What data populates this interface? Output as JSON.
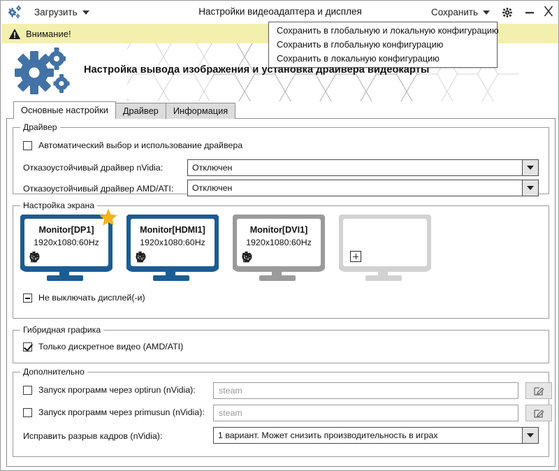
{
  "window": {
    "title": "Настройки видеоадаптера и дисплея",
    "load_button": "Загрузить",
    "save_button": "Сохранить",
    "app_icon": "gears-icon",
    "settings_icon": "gear-icon",
    "minimize_icon": "minimize-icon",
    "close_icon": "close-icon",
    "accent_color": "#1b5c93",
    "warning_bg": "#f3f0ae"
  },
  "save_menu": {
    "items": [
      "Сохранить в глобальную и локальную конфигурацию",
      "Сохранить в глобальную конфигурацию",
      "Сохранить в локальную конфигурацию"
    ]
  },
  "warning": {
    "icon": "warning-triangle-icon",
    "text": "Внимание!"
  },
  "hero": {
    "icon": "gears-logo",
    "title": "Настройка вывода изображения и установка драйвера видеокарты"
  },
  "tabs": [
    {
      "label": "Основные настройки",
      "active": true
    },
    {
      "label": "Драйвер",
      "active": false
    },
    {
      "label": "Информация",
      "active": false
    }
  ],
  "driver_group": {
    "title": "Драйвер",
    "auto_checkbox": {
      "label": "Автоматический выбор и использование драйвера",
      "checked": false
    },
    "nvidia": {
      "label": "Отказоустойчивый драйвер nVidia:",
      "value": "Отключен"
    },
    "amd": {
      "label": "Отказоустойчивый драйвер AMD/ATI:",
      "value": "Отключен"
    }
  },
  "screen_group": {
    "title": "Настройка экрана",
    "monitors": [
      {
        "name": "Monitor[DP1]",
        "resolution": "1920x1080:60Hz",
        "state": "active",
        "primary": true,
        "icons": [
          "trash-icon",
          "power-icon",
          "gear-icon"
        ]
      },
      {
        "name": "Monitor[HDMI1]",
        "resolution": "1920x1080:60Hz",
        "state": "active",
        "primary": false,
        "icons": [
          "trash-icon",
          "power-icon",
          "gear-icon"
        ]
      },
      {
        "name": "Monitor[DVI1]",
        "resolution": "1920x1080:60Hz",
        "state": "disabled",
        "primary": false,
        "icons": [
          "trash-icon",
          "power-icon",
          "gear-icon"
        ]
      },
      {
        "name": "",
        "resolution": "",
        "state": "empty",
        "primary": false,
        "icons": [
          "plus-icon"
        ]
      }
    ],
    "no_blank_checkbox": {
      "label": "Не выключать дисплей(-и)",
      "state": "partial"
    }
  },
  "hybrid_group": {
    "title": "Гибридная графика",
    "discrete_checkbox": {
      "label": "Только дискретное видео (AMD/ATI)",
      "checked": true
    }
  },
  "extra_group": {
    "title": "Дополнительно",
    "optirun": {
      "label": "Запуск программ через optirun (nVidia):",
      "checked": false,
      "placeholder": "steam",
      "edit_icon": "pencil-square-icon"
    },
    "primusrun": {
      "label": "Запуск программ через primusun (nVidia):",
      "checked": false,
      "placeholder": "steam",
      "edit_icon": "pencil-square-icon"
    },
    "tearfree": {
      "label": "Исправить разрыв кадров (nVidia):",
      "value": "1 вариант. Может снизить производительность в играх"
    }
  }
}
